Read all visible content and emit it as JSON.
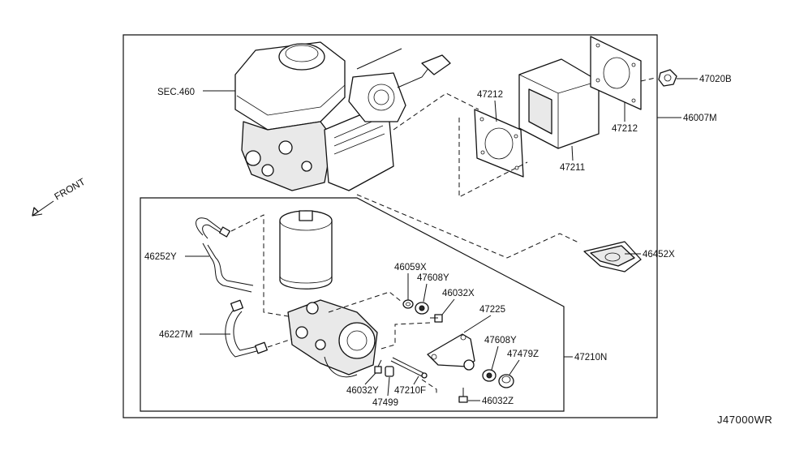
{
  "labels": {
    "sec460": "SEC.460",
    "p47212_a": "47212",
    "p47212_b": "47212",
    "p47211": "47211",
    "p47020B": "47020B",
    "p46007M": "46007M",
    "front": "FRONT",
    "p46452X": "46452X",
    "p46252Y": "46252Y",
    "p46227M": "46227M",
    "p46059X": "46059X",
    "p47608Y_a": "47608Y",
    "p46032X": "46032X",
    "p47225": "47225",
    "p47608Y_b": "47608Y",
    "p47479Z": "47479Z",
    "p47210N": "47210N",
    "p46032Y": "46032Y",
    "p47210F": "47210F",
    "p47499": "47499",
    "p46032Z": "46032Z",
    "diagram_code": "J47000WR"
  },
  "icons": {
    "front_arrow": "arrow-down-left",
    "master_cylinder": "brake-master-cylinder-reservoir",
    "booster": "brake-booster",
    "pump": "abs-pump-motor",
    "accumulator": "accumulator-canister"
  }
}
